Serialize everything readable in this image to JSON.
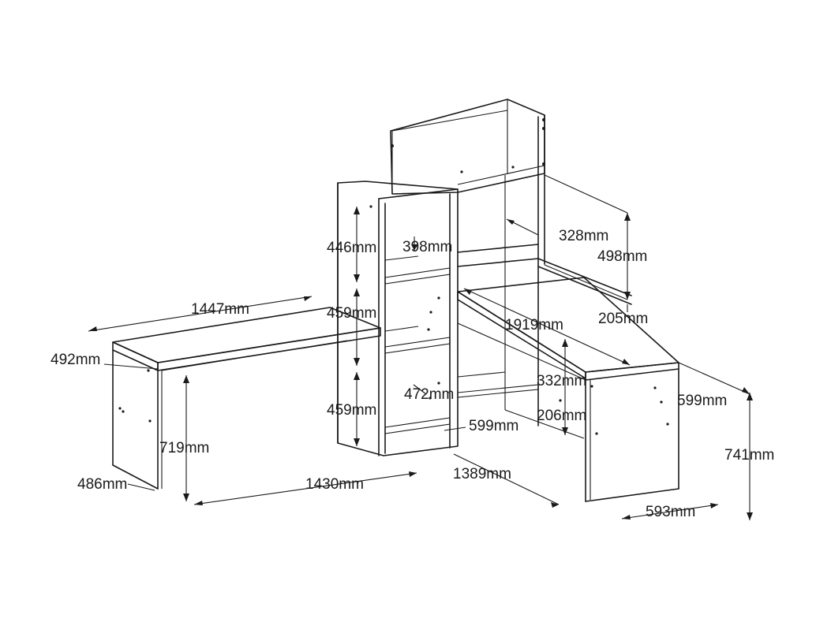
{
  "dimensions": {
    "desk_left_length": "1447mm",
    "desk_left_depth": "492mm",
    "desk_left_height": "719mm",
    "desk_left_side_depth": "486mm",
    "desk_left_bottom_length": "1430mm",
    "shelf_upper_height": "446mm",
    "shelf_middle_height": "459mm",
    "shelf_lower_height": "459mm",
    "shelf_inner_width": "398mm",
    "shelf_depth_472": "472mm",
    "shelf_width_599": "599mm",
    "desk_right_bottom_length": "1389mm",
    "hutch_depth": "328mm",
    "hutch_height": "498mm",
    "hutch_offset": "205mm",
    "desk_right_length": "1919mm",
    "inner_shelf_height": "332mm",
    "inner_shelf_gap": "206mm",
    "desk_right_depth": "599mm",
    "desk_right_height": "741mm",
    "desk_right_side_depth": "593mm"
  }
}
